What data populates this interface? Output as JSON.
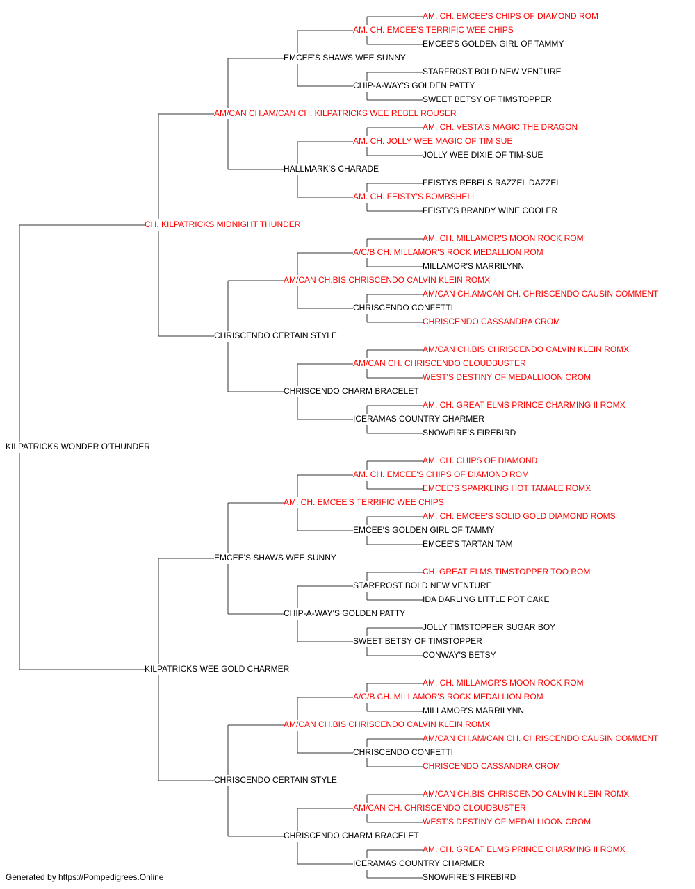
{
  "colors": {
    "champion": "#ff0000",
    "regular": "#000000",
    "line": "#333333"
  },
  "footer": "Generated by https://Pompedigrees.Online",
  "pedigree": [
    {
      "name": "KILPATRICKS WONDER O'THUNDER",
      "champion": false
    },
    {
      "name": "CH. KILPATRICKS MIDNIGHT THUNDER",
      "champion": true
    },
    {
      "name": "AM/CAN CH.AM/CAN CH. KILPATRICKS WEE REBEL ROUSER",
      "champion": true
    },
    {
      "name": "EMCEE'S SHAWS WEE SUNNY",
      "champion": false
    },
    {
      "name": "AM. CH. EMCEE'S TERRIFIC WEE CHIPS",
      "champion": true
    },
    {
      "name": "AM. CH. EMCEE'S CHIPS OF DIAMOND ROM",
      "champion": true
    },
    {
      "name": "EMCEE'S GOLDEN GIRL OF TAMMY",
      "champion": false
    },
    {
      "name": "CHIP-A-WAY'S GOLDEN PATTY",
      "champion": false
    },
    {
      "name": "STARFROST BOLD NEW VENTURE",
      "champion": false
    },
    {
      "name": "SWEET BETSY OF TIMSTOPPER",
      "champion": false
    },
    {
      "name": "HALLMARK'S CHARADE",
      "champion": false
    },
    {
      "name": "AM. CH. JOLLY WEE MAGIC OF TIM SUE",
      "champion": true
    },
    {
      "name": "AM. CH. VESTA'S MAGIC THE DRAGON",
      "champion": true
    },
    {
      "name": "JOLLY WEE DIXIE OF TIM-SUE",
      "champion": false
    },
    {
      "name": "AM. CH. FEISTY'S BOMBSHELL",
      "champion": true
    },
    {
      "name": "FEISTYS REBELS RAZZEL DAZZEL",
      "champion": false
    },
    {
      "name": "FEISTY'S BRANDY WINE COOLER",
      "champion": false
    },
    {
      "name": "CHRISCENDO CERTAIN STYLE",
      "champion": false
    },
    {
      "name": "AM/CAN CH.BIS CHRISCENDO CALVIN KLEIN ROMX",
      "champion": true
    },
    {
      "name": "A/C/B CH. MILLAMOR'S ROCK MEDALLION ROM",
      "champion": true
    },
    {
      "name": "AM. CH. MILLAMOR'S MOON ROCK ROM",
      "champion": true
    },
    {
      "name": "MILLAMOR'S MARRILYNN",
      "champion": false
    },
    {
      "name": "CHRISCENDO CONFETTI",
      "champion": false
    },
    {
      "name": "AM/CAN CH.AM/CAN CH. CHRISCENDO CAUSIN COMMENT",
      "champion": true
    },
    {
      "name": "CHRISCENDO CASSANDRA CROM",
      "champion": true
    },
    {
      "name": "CHRISCENDO CHARM BRACELET",
      "champion": false
    },
    {
      "name": "AM/CAN CH. CHRISCENDO CLOUDBUSTER",
      "champion": true
    },
    {
      "name": "AM/CAN CH.BIS CHRISCENDO CALVIN KLEIN ROMX",
      "champion": true
    },
    {
      "name": "WEST'S DESTINY OF MEDALLIOON CROM",
      "champion": true
    },
    {
      "name": "ICERAMAS COUNTRY CHARMER",
      "champion": false
    },
    {
      "name": "AM. CH. GREAT ELMS PRINCE CHARMING II ROMX",
      "champion": true
    },
    {
      "name": "SNOWFIRE'S FIREBIRD",
      "champion": false
    },
    {
      "name": "KILPATRICKS WEE GOLD CHARMER",
      "champion": false
    },
    {
      "name": "EMCEE'S SHAWS WEE SUNNY",
      "champion": false
    },
    {
      "name": "AM. CH. EMCEE'S TERRIFIC WEE CHIPS",
      "champion": true
    },
    {
      "name": "AM. CH. EMCEE'S CHIPS OF DIAMOND ROM",
      "champion": true
    },
    {
      "name": "AM. CH. CHIPS OF DIAMOND",
      "champion": true
    },
    {
      "name": "EMCEE'S SPARKLING HOT TAMALE ROMX",
      "champion": true
    },
    {
      "name": "EMCEE'S GOLDEN GIRL OF TAMMY",
      "champion": false
    },
    {
      "name": "AM. CH. EMCEE'S SOLID GOLD DIAMOND ROMS",
      "champion": true
    },
    {
      "name": "EMCEE'S TARTAN TAM",
      "champion": false
    },
    {
      "name": "CHIP-A-WAY'S GOLDEN PATTY",
      "champion": false
    },
    {
      "name": "STARFROST BOLD NEW VENTURE",
      "champion": false
    },
    {
      "name": "CH. GREAT ELMS TIMSTOPPER TOO ROM",
      "champion": true
    },
    {
      "name": "IDA DARLING LITTLE POT CAKE",
      "champion": false
    },
    {
      "name": "SWEET BETSY OF TIMSTOPPER",
      "champion": false
    },
    {
      "name": "JOLLY TIMSTOPPER SUGAR BOY",
      "champion": false
    },
    {
      "name": "CONWAY'S BETSY",
      "champion": false
    },
    {
      "name": "CHRISCENDO CERTAIN STYLE",
      "champion": false
    },
    {
      "name": "AM/CAN CH.BIS CHRISCENDO CALVIN KLEIN ROMX",
      "champion": true
    },
    {
      "name": "A/C/B CH. MILLAMOR'S ROCK MEDALLION ROM",
      "champion": true
    },
    {
      "name": "AM. CH. MILLAMOR'S MOON ROCK ROM",
      "champion": true
    },
    {
      "name": "MILLAMOR'S MARRILYNN",
      "champion": false
    },
    {
      "name": "CHRISCENDO CONFETTI",
      "champion": false
    },
    {
      "name": "AM/CAN CH.AM/CAN CH. CHRISCENDO CAUSIN COMMENT",
      "champion": true
    },
    {
      "name": "CHRISCENDO CASSANDRA CROM",
      "champion": true
    },
    {
      "name": "CHRISCENDO CHARM BRACELET",
      "champion": false
    },
    {
      "name": "AM/CAN CH. CHRISCENDO CLOUDBUSTER",
      "champion": true
    },
    {
      "name": "AM/CAN CH.BIS CHRISCENDO CALVIN KLEIN ROMX",
      "champion": true
    },
    {
      "name": "WEST'S DESTINY OF MEDALLIOON CROM",
      "champion": true
    },
    {
      "name": "ICERAMAS COUNTRY CHARMER",
      "champion": false
    },
    {
      "name": "AM. CH. GREAT ELMS PRINCE CHARMING II ROMX",
      "champion": true
    },
    {
      "name": "SNOWFIRE'S FIREBIRD",
      "champion": false
    }
  ]
}
